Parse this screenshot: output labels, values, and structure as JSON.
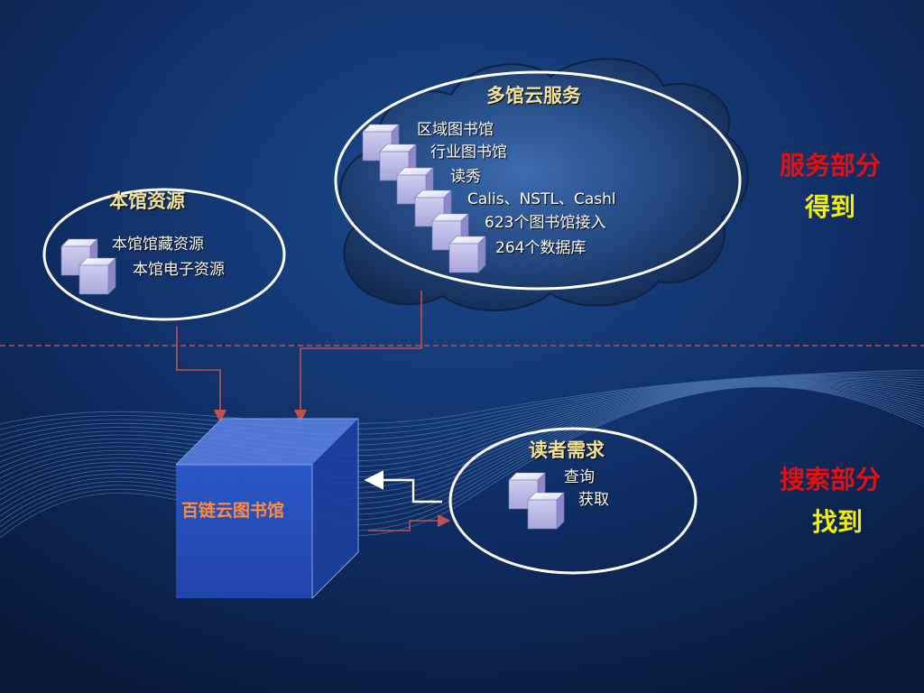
{
  "local_resources": {
    "title": "本馆资源",
    "items": [
      "本馆馆藏资源",
      "本馆电子资源"
    ]
  },
  "cloud_services": {
    "title": "多馆云服务",
    "items": [
      "区域图书馆",
      "行业图书馆",
      "读秀",
      "Calis、NSTL、Cashl",
      "623个图书馆接入",
      "264个数据库"
    ]
  },
  "reader_needs": {
    "title": "读者需求",
    "items": [
      "查询",
      "获取"
    ]
  },
  "central_library": {
    "label": "百链云图书馆"
  },
  "service_section": {
    "label": "服务部分",
    "sub_label": "得到"
  },
  "search_section": {
    "label": "搜索部分",
    "sub_label": "找到"
  },
  "colors": {
    "background": "#0b1f4a",
    "section_red": "#e50f0f",
    "section_yellow": "#f4f000",
    "title_gold": "#f2e39a",
    "cube_blue": "#2a55c8",
    "connector": "#c0504d"
  }
}
